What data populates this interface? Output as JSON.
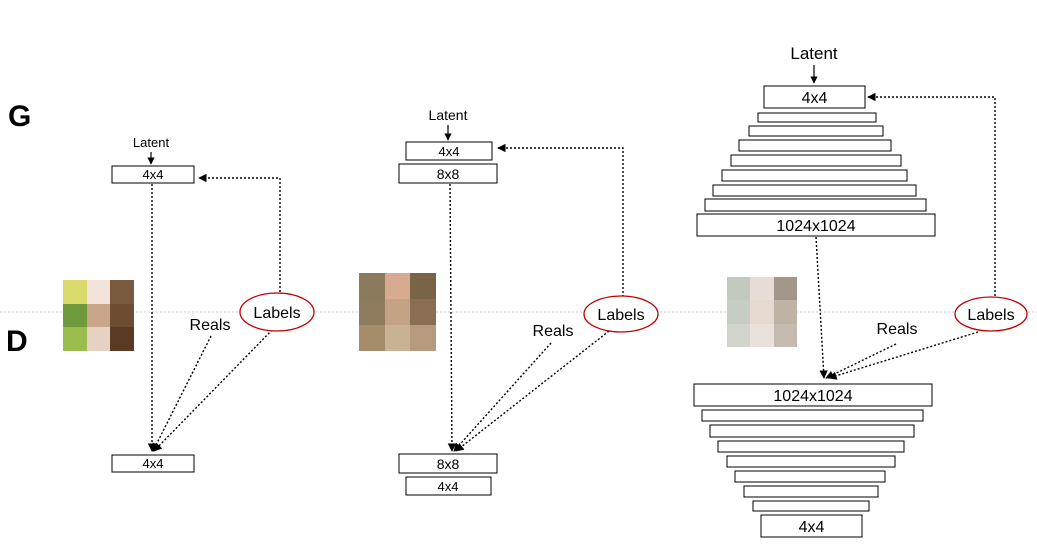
{
  "row_labels": {
    "generator": "G",
    "discriminator": "D"
  },
  "stages": [
    {
      "latent": "Latent",
      "generator_blocks": [
        "4x4"
      ],
      "discriminator_blocks": [
        "4x4"
      ],
      "reals": "Reals",
      "labels": "Labels",
      "mosaic_colors": [
        "#d9d96a",
        "#f2e3da",
        "#7a5a3e",
        "#6f9a3c",
        "#c9a58a",
        "#6e4c32",
        "#9bbd4e",
        "#e6d2c2",
        "#5b3a24"
      ]
    },
    {
      "latent": "Latent",
      "generator_blocks": [
        "4x4",
        "8x8"
      ],
      "discriminator_blocks": [
        "8x8",
        "4x4"
      ],
      "reals": "Reals",
      "labels": "Labels",
      "mosaic_colors": [
        "#8c7a5c",
        "#d7ab8f",
        "#7a6446",
        "#8e7b5d",
        "#c3a285",
        "#8a6e54",
        "#a58d6c",
        "#c9b194",
        "#b69a7e"
      ]
    },
    {
      "latent": "Latent",
      "generator_blocks": [
        "4x4",
        "",
        "",
        "",
        "",
        "",
        "",
        "",
        "1024x1024"
      ],
      "discriminator_blocks": [
        "1024x1024",
        "",
        "",
        "",
        "",
        "",
        "",
        "",
        "4x4"
      ],
      "reals": "Reals",
      "labels": "Labels",
      "mosaic_colors": [
        "#c4c9c0",
        "#e8ddd6",
        "#a3968a",
        "#c7ccc4",
        "#e6d9cf",
        "#bfb3a6",
        "#d0d4cd",
        "#e9e1da",
        "#c6bbb0"
      ]
    }
  ],
  "colors": {
    "divider": "#c8c8c8",
    "labels_ellipse": "#c00000",
    "stroke": "#000000"
  }
}
